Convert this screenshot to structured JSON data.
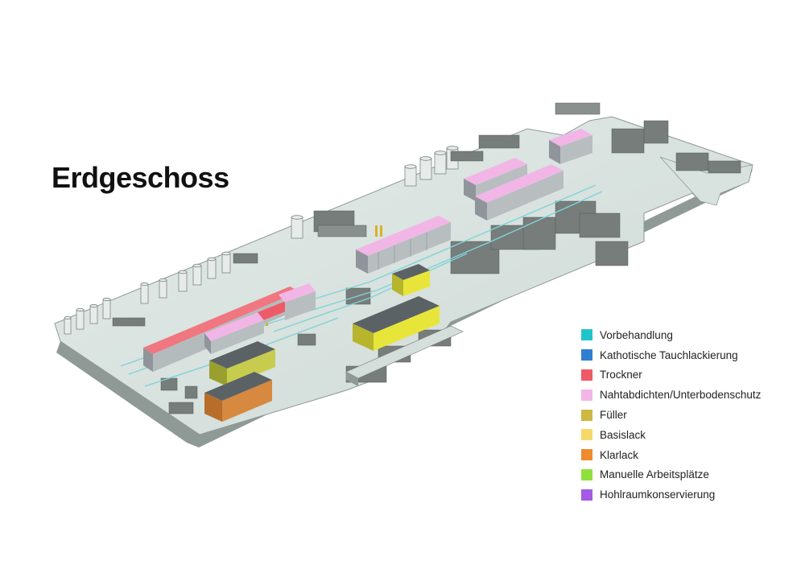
{
  "title": "Erdgeschoss",
  "colors": {
    "floor": "#c9d6d2",
    "floor_top": "#dfe8e5",
    "floor_side": "#9ba7a4",
    "walls": "#6f7573",
    "track": "#8fd6d8"
  },
  "legend": [
    {
      "label": "Vorbehandlung",
      "color": "#22c4cc"
    },
    {
      "label": "Kathotische Tauchlackierung",
      "color": "#2f7fd1"
    },
    {
      "label": "Trockner",
      "color": "#ef5a67"
    },
    {
      "label": "Nahtabdichten/Unterbodenschutz",
      "color": "#f1b6e6"
    },
    {
      "label": "Füller",
      "color": "#cdb842"
    },
    {
      "label": "Basislack",
      "color": "#f6d86a"
    },
    {
      "label": "Klarlack",
      "color": "#ef8a2e"
    },
    {
      "label": "Manuelle Arbeitsplätze",
      "color": "#8fe03e"
    },
    {
      "label": "Hohlraumkonservierung",
      "color": "#a45ae4"
    }
  ],
  "booth_colors": {
    "drying": "#ef5a67",
    "sealing": "#f1b6e6",
    "filler": "#c8cc4e",
    "clear": "#d6893f",
    "paint_yellow": "#e8e53a"
  }
}
